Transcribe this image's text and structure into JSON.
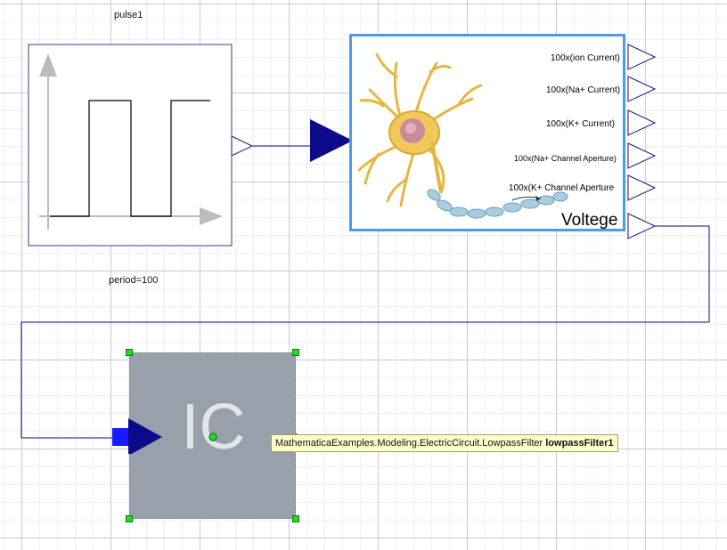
{
  "pulse_block": {
    "name": "pulse1",
    "parameter": "period=100"
  },
  "neuron_block": {
    "outputs": [
      "100x(ion Current)",
      "100x(Na+ Current)",
      "100x(K+ Current)",
      "100x(Na+ Channel Aperture)",
      "100x(K+ Channel Aperture"
    ],
    "voltage_label": "Voltege"
  },
  "ic_block": {
    "label": "IC"
  },
  "tooltip": {
    "class_path": "MathematicaExamples.Modeling.ElectricCircuit.LowpassFilter",
    "instance_name": "lowpassFilter1"
  },
  "colors": {
    "connection": "#0a0a8a",
    "selection_handle": "#22dd22",
    "neuron_border": "#4a9be8",
    "ic_fill": "#98a0ab",
    "tooltip_bg": "#ffffc8"
  },
  "icons": {
    "input_port": "filled-triangle",
    "output_port": "outline-triangle",
    "neuron_picture": "neuron-cell-illustration"
  }
}
